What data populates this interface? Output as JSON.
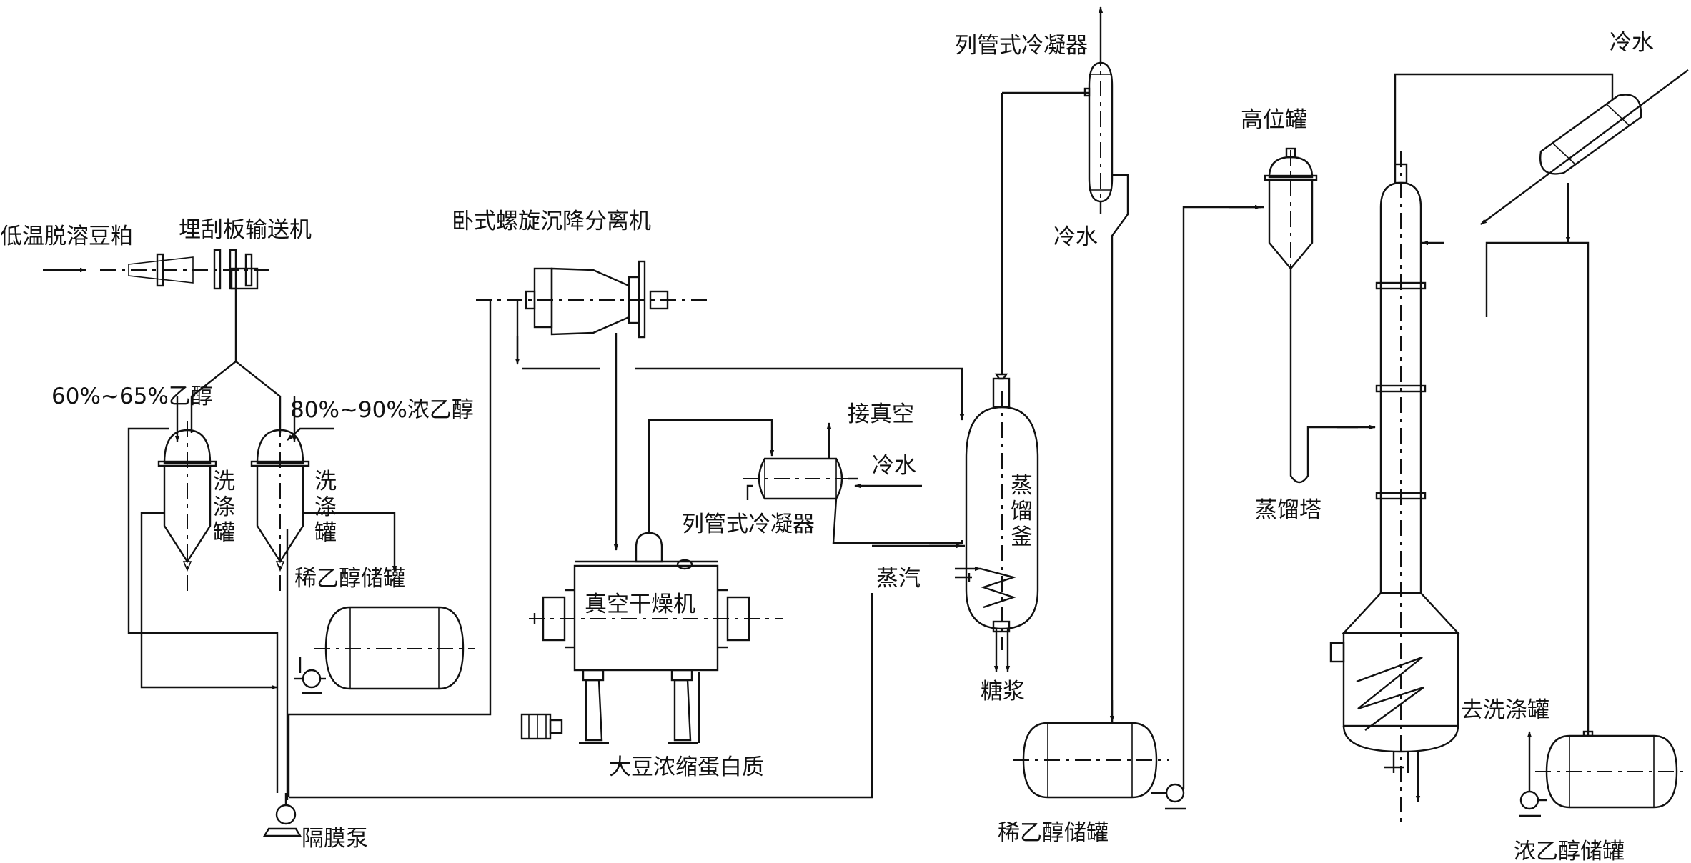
{
  "labels": {
    "soybean_meal": "低温脱溶豆粕",
    "scraper_conveyor": "埋刮板输送机",
    "ethanol_low": "60%~65%乙醇",
    "ethanol_high": "80%~90%浓乙醇",
    "wash_tank": "洗涤罐",
    "dilute_tank_left": "稀乙醇储罐",
    "diaphragm_pump": "隔膜泵",
    "decanter": "卧式螺旋沉降分离机",
    "vacuum": "接真空",
    "cold_water_mid": "冷水",
    "condenser_mid": "列管式冷凝器",
    "vacuum_dryer": "真空干燥机",
    "product": "大豆浓缩蛋白质",
    "steam": "蒸汽",
    "condenser_top": "列管式冷凝器",
    "cold_water_top": "冷水",
    "still": "蒸馏釜",
    "syrup": "糖浆",
    "dilute_tank_right": "稀乙醇储罐",
    "head_tank": "高位罐",
    "column": "蒸馏塔",
    "cold_water_right": "冷水",
    "to_wash": "去洗涤罐",
    "conc_tank": "浓乙醇储罐"
  }
}
